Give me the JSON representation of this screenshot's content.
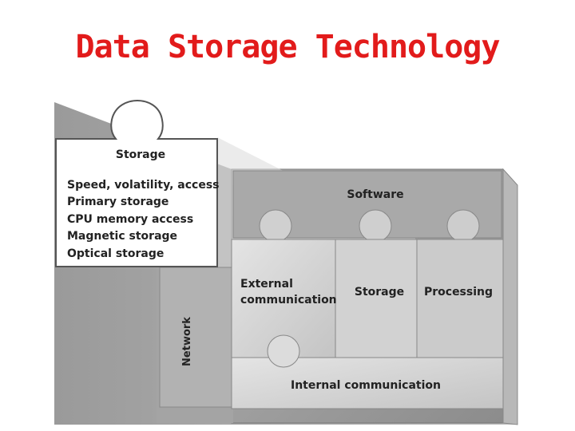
{
  "title": "Data Storage Technology",
  "diagram": {
    "callout": {
      "title": "Storage",
      "items": [
        "Speed, volatility, access",
        "Primary storage",
        "CPU memory access",
        "Magnetic storage",
        "Optical storage"
      ]
    },
    "pieces": {
      "software": "Software",
      "external_line1": "External",
      "external_line2": "communication",
      "storage": "Storage",
      "processing": "Processing",
      "network": "Network",
      "internal": "Internal communication"
    },
    "colors": {
      "title": "#e21b1b",
      "frame": "#9a9a9a",
      "piece_light": "#d6d6d6",
      "piece_mid": "#c2c2c2",
      "text": "#222222"
    }
  }
}
